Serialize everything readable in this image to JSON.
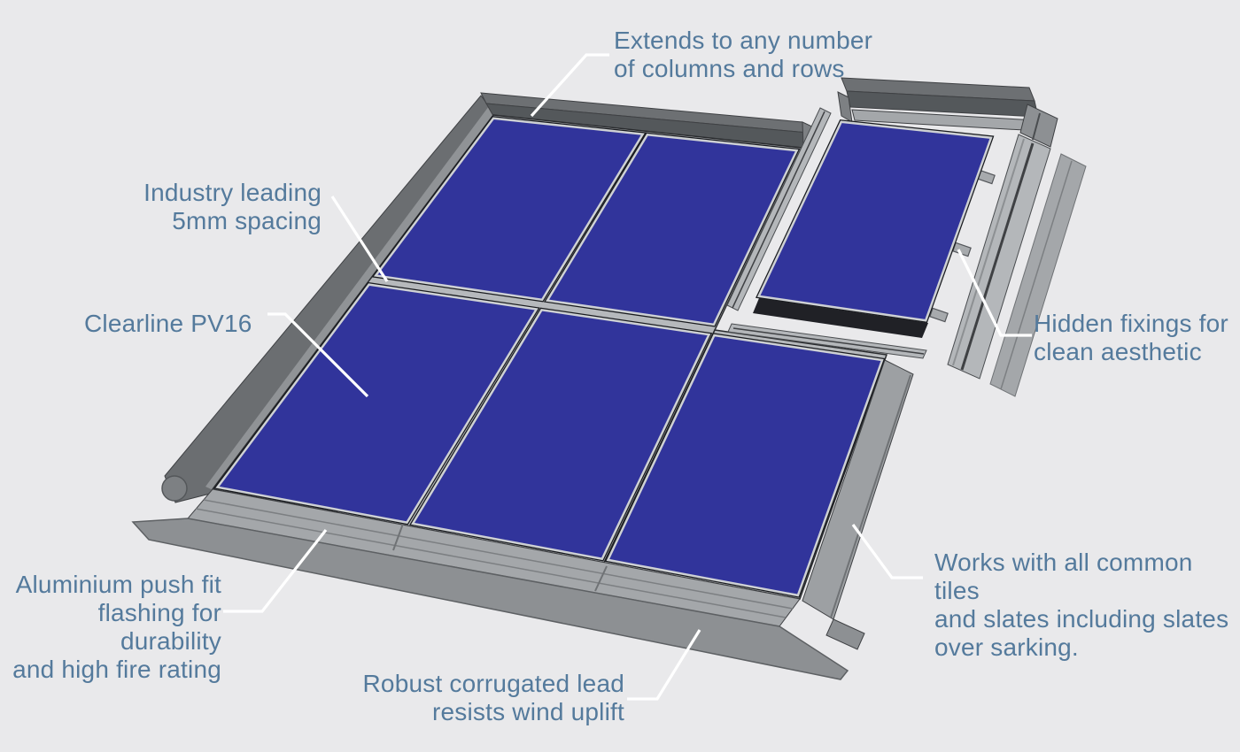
{
  "product_name": "Clearline PV16",
  "colors": {
    "background": "#e9e9eb",
    "text": "#547a9c",
    "panel": "#31349b",
    "leader": "#ffffff"
  },
  "labels": {
    "extends": "Extends to any number\nof columns and rows",
    "spacing": "Industry leading\n5mm spacing",
    "product": "Clearline PV16",
    "flashing": "Aluminium push fit\nflashing for durability\nand high fire rating",
    "lead": "Robust corrugated lead\nresists wind uplift",
    "tiles": "Works with all common tiles\nand slates including slates\nover sarking.",
    "fixings": "Hidden fixings for\nclean aesthetic"
  }
}
